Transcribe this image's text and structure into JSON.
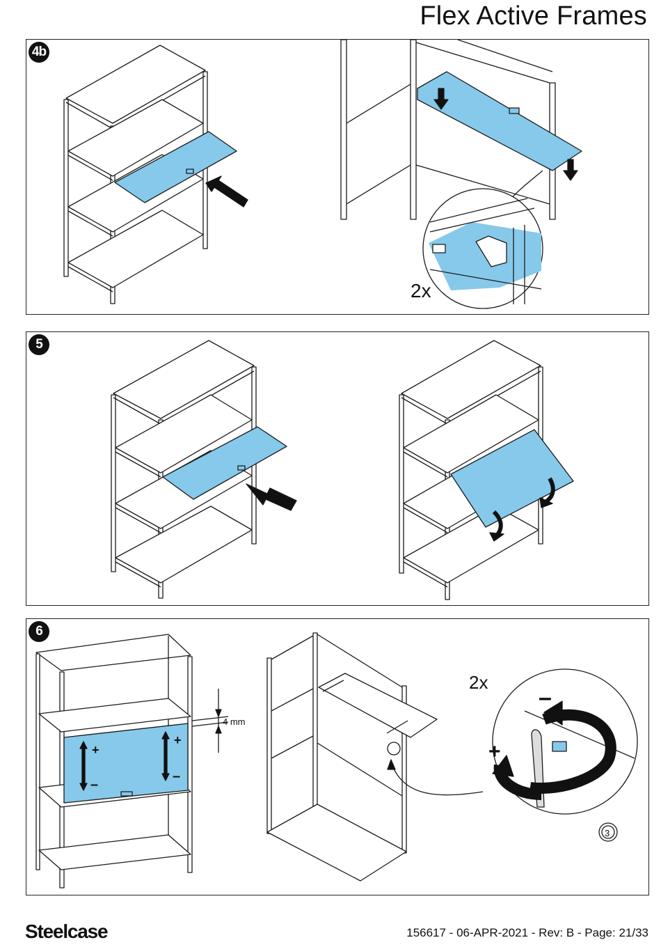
{
  "header": {
    "title": "Flex Active Frames"
  },
  "steps": [
    {
      "badge": "4b",
      "callout_qty": "2x"
    },
    {
      "badge": "5"
    },
    {
      "badge": "6",
      "gap_label": "4 mm",
      "callout_qty": "2x",
      "plus": "+",
      "minus": "–",
      "part_ref": "3"
    }
  ],
  "footer": {
    "brand": "Steelcase",
    "doc_line": "156617 - 06-APR-2021 - Rev: B - Page: 21/33"
  },
  "colors": {
    "panel_blue": "#86c9ea",
    "line": "#1a1a1a"
  }
}
